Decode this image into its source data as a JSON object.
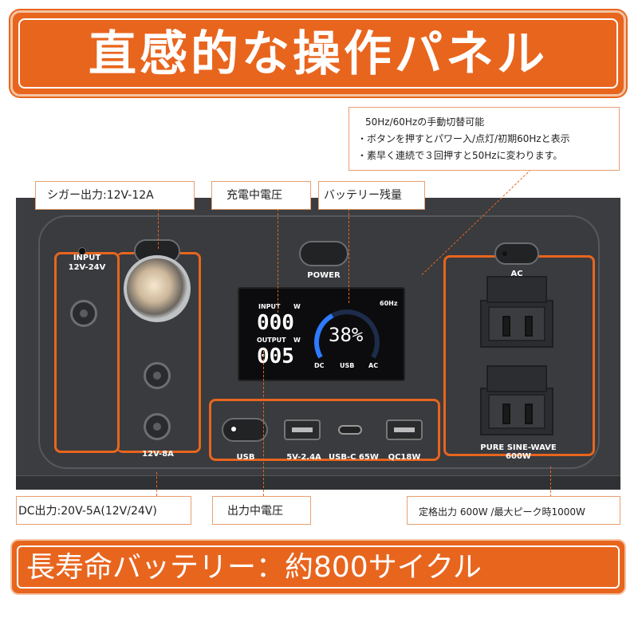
{
  "header": {
    "title": "直感的な操作パネル"
  },
  "panel": {
    "input_label": "INPUT\n12V-24V",
    "dc_label": "DC",
    "dc_out_label": "12V-8A",
    "power_label": "POWER",
    "ac_label": "AC",
    "usb_label": "USB",
    "usb_a_label": "5V-2.4A",
    "usb_c_label": "USB-C 65W",
    "qc_label": "QC18W",
    "sine_label": "PURE SINE-WAVE\n600W"
  },
  "screen": {
    "input_label": "INPUT",
    "input_unit": "W",
    "input_value": "000",
    "output_label": "OUTPUT",
    "output_unit": "W",
    "output_value": "005",
    "battery_percent": "38%",
    "battery_level": 0.38,
    "freq": "60Hz",
    "dc": "DC",
    "usb": "USB",
    "ac": "AC"
  },
  "callouts": {
    "cigar": "シガー出力:12V-12A",
    "charge_voltage": "充電中電圧",
    "battery_remaining": "バッテリー残量",
    "freq_line1": "50Hz/60Hzの手動切替可能",
    "freq_line2": "・ボタンを押すとパワー入/点灯/初期60Hzと表示",
    "freq_line3": "・素早く連続で３回押すと50Hzに変わります。",
    "dc_output": "DC出力:20V-5A(12V/24V)",
    "output_voltage": "出力中電圧",
    "rated_output": "定格出力 600W /最大ピーク時1000W"
  },
  "footer": {
    "title": "長寿命バッテリー：約800サイクル"
  },
  "colors": {
    "accent": "#e8651e",
    "panel": "#3b3d40",
    "screen_ring": "#2d7bff"
  }
}
